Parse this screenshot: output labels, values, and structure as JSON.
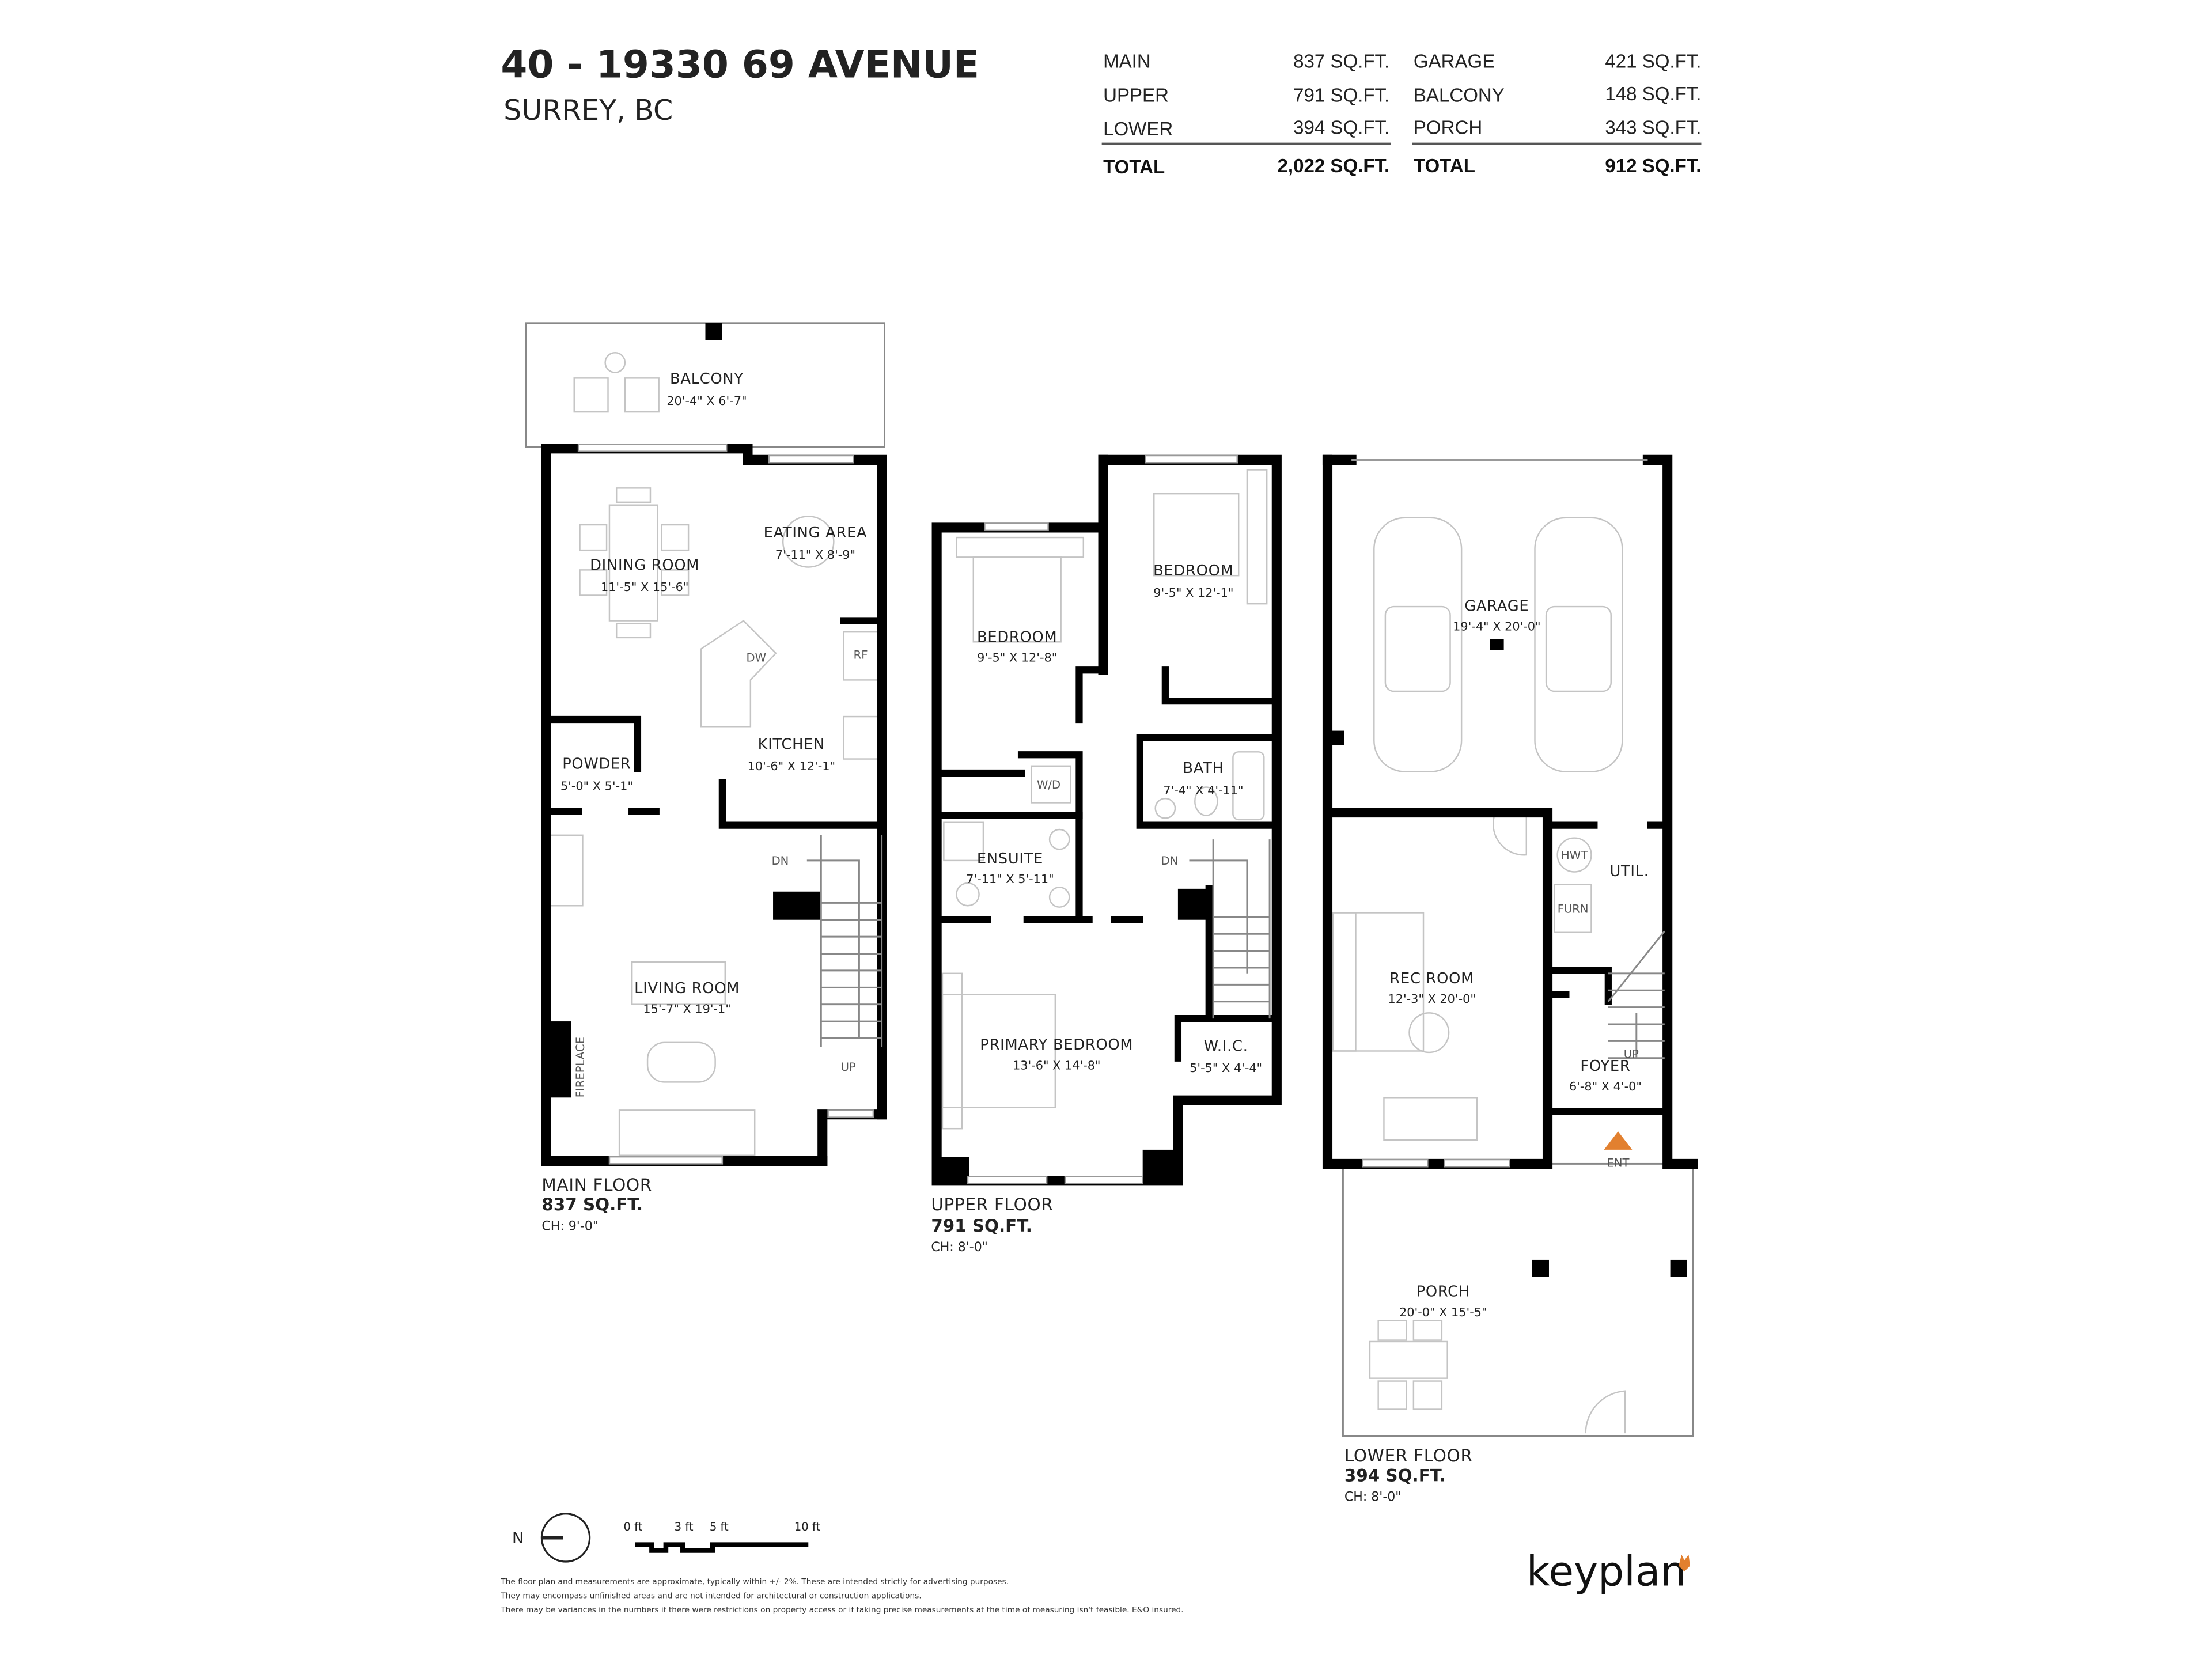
{
  "header": {
    "address": "40 - 19330 69 AVENUE",
    "city": "SURREY, BC"
  },
  "area_table": {
    "living": [
      {
        "label": "MAIN",
        "value": "837 SQ.FT."
      },
      {
        "label": "UPPER",
        "value": "791 SQ.FT."
      },
      {
        "label": "LOWER",
        "value": "394 SQ.FT."
      }
    ],
    "living_total": {
      "label": "TOTAL",
      "value": "2,022 SQ.FT."
    },
    "other": [
      {
        "label": "GARAGE",
        "value": "421 SQ.FT."
      },
      {
        "label": "BALCONY",
        "value": "148 SQ.FT."
      },
      {
        "label": "PORCH",
        "value": "343 SQ.FT."
      }
    ],
    "other_total": {
      "label": "TOTAL",
      "value": "912 SQ.FT."
    }
  },
  "floors": {
    "main": {
      "title": "MAIN FLOOR",
      "area": "837 SQ.FT.",
      "ceiling": "CH: 9'-0\"",
      "rooms": [
        {
          "name": "BALCONY",
          "dims": "20'-4\" X 6'-7\""
        },
        {
          "name": "DINING ROOM",
          "dims": "11'-5\" X 15'-6\""
        },
        {
          "name": "EATING AREA",
          "dims": "7'-11\" X 8'-9\""
        },
        {
          "name": "POWDER",
          "dims": "5'-0\" X 5'-1\""
        },
        {
          "name": "KITCHEN",
          "dims": "10'-6\" X 12'-1\""
        },
        {
          "name": "LIVING ROOM",
          "dims": "15'-7\" X 19'-1\""
        }
      ],
      "annotations": {
        "dn": "DN",
        "up": "UP",
        "rf": "RF",
        "dw": "DW",
        "fireplace": "FIREPLACE"
      }
    },
    "upper": {
      "title": "UPPER FLOOR",
      "area": "791 SQ.FT.",
      "ceiling": "CH: 8'-0\"",
      "rooms": [
        {
          "name": "BEDROOM",
          "dims": "9'-5\" X 12'-8\""
        },
        {
          "name": "BEDROOM",
          "dims": "9'-5\" X 12'-1\""
        },
        {
          "name": "BATH",
          "dims": "7'-4\" X 4'-11\""
        },
        {
          "name": "ENSUITE",
          "dims": "7'-11\" X 5'-11\""
        },
        {
          "name": "PRIMARY BEDROOM",
          "dims": "13'-6\" X 14'-8\""
        },
        {
          "name": "W.I.C.",
          "dims": "5'-5\" X 4'-4\""
        }
      ],
      "annotations": {
        "dn": "DN",
        "wd": "W/D"
      }
    },
    "lower": {
      "title": "LOWER FLOOR",
      "area": "394 SQ.FT.",
      "ceiling": "CH: 8'-0\"",
      "rooms": [
        {
          "name": "GARAGE",
          "dims": "19'-4\" X 20'-0\""
        },
        {
          "name": "REC ROOM",
          "dims": "12'-3\" X 20'-0\""
        },
        {
          "name": "UTIL."
        },
        {
          "name": "FOYER",
          "dims": "6'-8\" X 4'-0\""
        },
        {
          "name": "PORCH",
          "dims": "20'-0\" X 15'-5\""
        }
      ],
      "annotations": {
        "up": "UP",
        "hwt": "HWT",
        "furn": "FURN",
        "ent": "ENT"
      }
    }
  },
  "legend": {
    "north": "N",
    "scale_labels": [
      "0 ft",
      "3 ft",
      "5 ft",
      "10 ft"
    ]
  },
  "disclaimer": [
    "The floor plan and measurements are approximate, typically within +/- 2%. These are intended strictly for advertising purposes.",
    "They may encompass unfinished areas and are not intended for architectural or construction applications.",
    "There may be variances in the numbers if there were restrictions on property access or if taking precise measurements at the time of measuring isn't feasible. E&O insured."
  ],
  "logo": {
    "text": "keyplan"
  },
  "colors": {
    "accent": "#e2802f",
    "walls": "#000000",
    "furniture": "#c4c4c4"
  }
}
